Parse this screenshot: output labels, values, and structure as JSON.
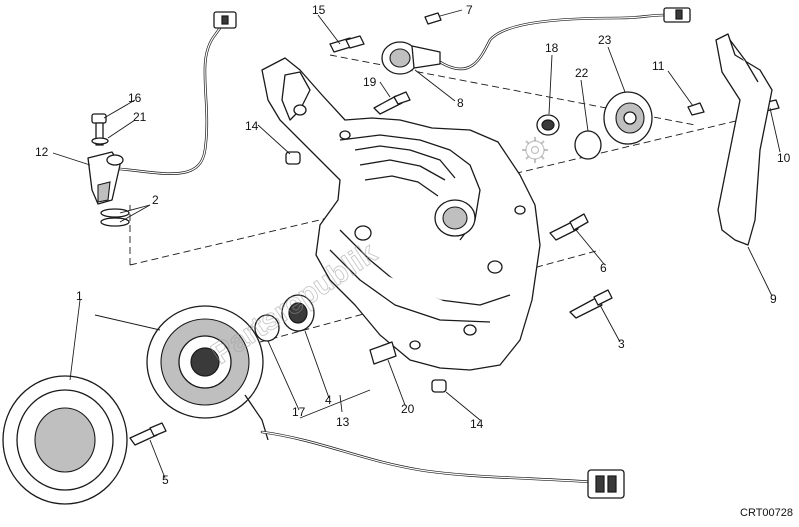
{
  "diagram": {
    "watermark": "Partsrepublik",
    "drawing_code": "CRT00728",
    "callouts": {
      "c1": "1",
      "c2": "2",
      "c3": "3",
      "c4": "4",
      "c5": "5",
      "c6": "6",
      "c7": "7",
      "c8": "8",
      "c9": "9",
      "c10": "10",
      "c11": "11",
      "c12": "12",
      "c13": "13",
      "c14a": "14",
      "c14b": "14",
      "c15": "15",
      "c16": "16",
      "c17": "17",
      "c18": "18",
      "c19": "19",
      "c20": "20",
      "c21": "21",
      "c22": "22",
      "c23": "23"
    },
    "icons": {
      "watermark_gear": "gear-icon"
    }
  }
}
